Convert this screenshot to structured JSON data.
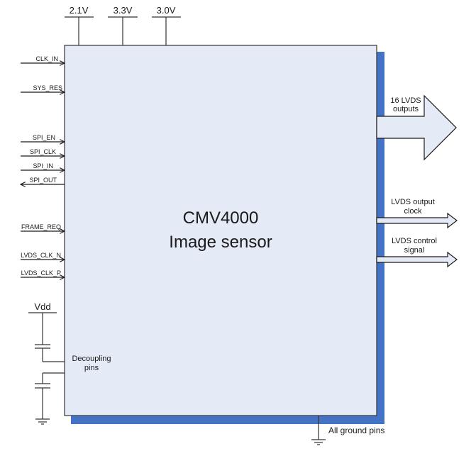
{
  "diagram": {
    "chip": {
      "name": "CMV4000",
      "subtitle": "Image sensor",
      "fill_color": "#e4ebf6",
      "shadow_color": "#4472c4"
    },
    "power_rails": [
      {
        "label": "2.1V"
      },
      {
        "label": "3.3V"
      },
      {
        "label": "3.0V"
      }
    ],
    "left_pins": [
      {
        "label": "CLK_IN",
        "direction": "in"
      },
      {
        "label": "SYS_RES",
        "direction": "in"
      },
      {
        "label": "SPI_EN",
        "direction": "in"
      },
      {
        "label": "SPI_CLK",
        "direction": "in"
      },
      {
        "label": "SPI_IN",
        "direction": "in"
      },
      {
        "label": "SPI_OUT",
        "direction": "out"
      },
      {
        "label": "FRAME_REQ",
        "direction": "in"
      },
      {
        "label": "LVDS_CLK_N",
        "direction": "in"
      },
      {
        "label": "LVDS_CLK_P",
        "direction": "in"
      }
    ],
    "decoupling": {
      "supply_label": "Vdd",
      "pins_label_line1": "Decoupling",
      "pins_label_line2": "pins"
    },
    "outputs": [
      {
        "line1": "16 LVDS",
        "line2": "outputs",
        "type": "bus"
      },
      {
        "line1": "LVDS output",
        "line2": "clock",
        "type": "signal"
      },
      {
        "line1": "LVDS control",
        "line2": "signal",
        "type": "signal"
      }
    ],
    "ground_label": "All ground pins"
  }
}
